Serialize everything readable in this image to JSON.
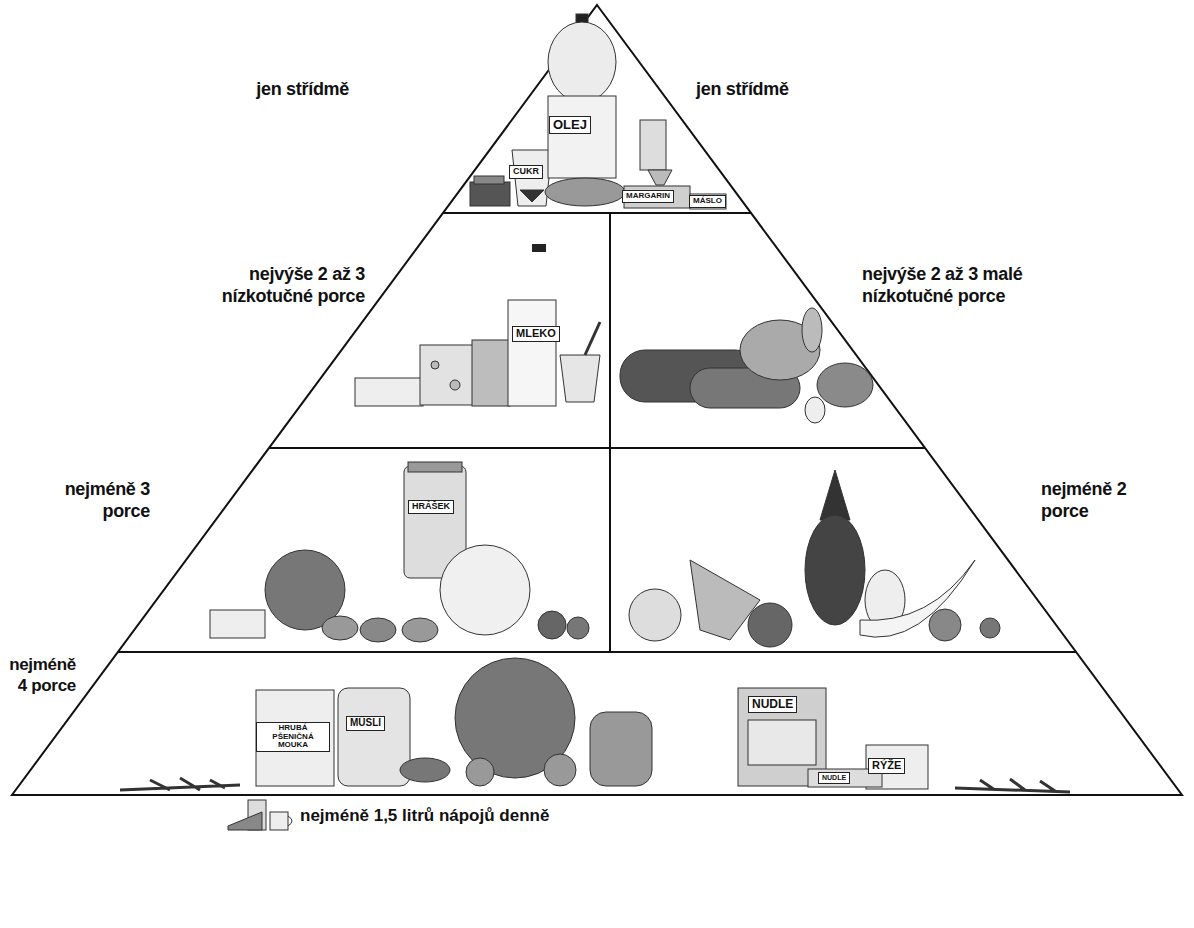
{
  "diagram": {
    "nodes": [
      {
        "text": [
          "jen střídmě",
          "jen střídmě"
        ]
      },
      {
        "text": [
          "OLEJ"
        ],
        "in": 0
      },
      {
        "text": [
          "CUKR"
        ],
        "in": 0
      },
      {
        "text": [
          "MARGARIN"
        ],
        "in": 0
      },
      {
        "text": [
          "MÁSLO"
        ],
        "in": 0
      },
      {
        "text": [
          "nejvýše 2 až 3 nízkotučné porce"
        ]
      },
      {
        "text": [
          "MLEKO"
        ],
        "in": 5
      },
      {
        "text": [
          "nejvýše 2 až 3 malé nízkotučné porce"
        ]
      },
      {
        "text": [
          "nejméně 3 porce"
        ]
      },
      {
        "text": [
          "HRÁŠEK"
        ],
        "in": 8
      },
      {
        "text": [
          "nejméně 2 porce"
        ]
      },
      {
        "text": [
          "nejméně 4 porce"
        ]
      },
      {
        "text": [
          "HRUBÁ PŠENIČNÁ MOUKA"
        ],
        "in": 11
      },
      {
        "text": [
          "MÜSLI"
        ],
        "in": 11
      },
      {
        "text": [
          "NUDLE"
        ],
        "in": 11
      },
      {
        "text": [
          "RÝŽE"
        ],
        "in": 11
      },
      {
        "text": [
          "NUDLE"
        ],
        "in": 11
      }
    ],
    "labels": [
      "nejméně 1,5 litrů nápojů denně"
    ]
  }
}
